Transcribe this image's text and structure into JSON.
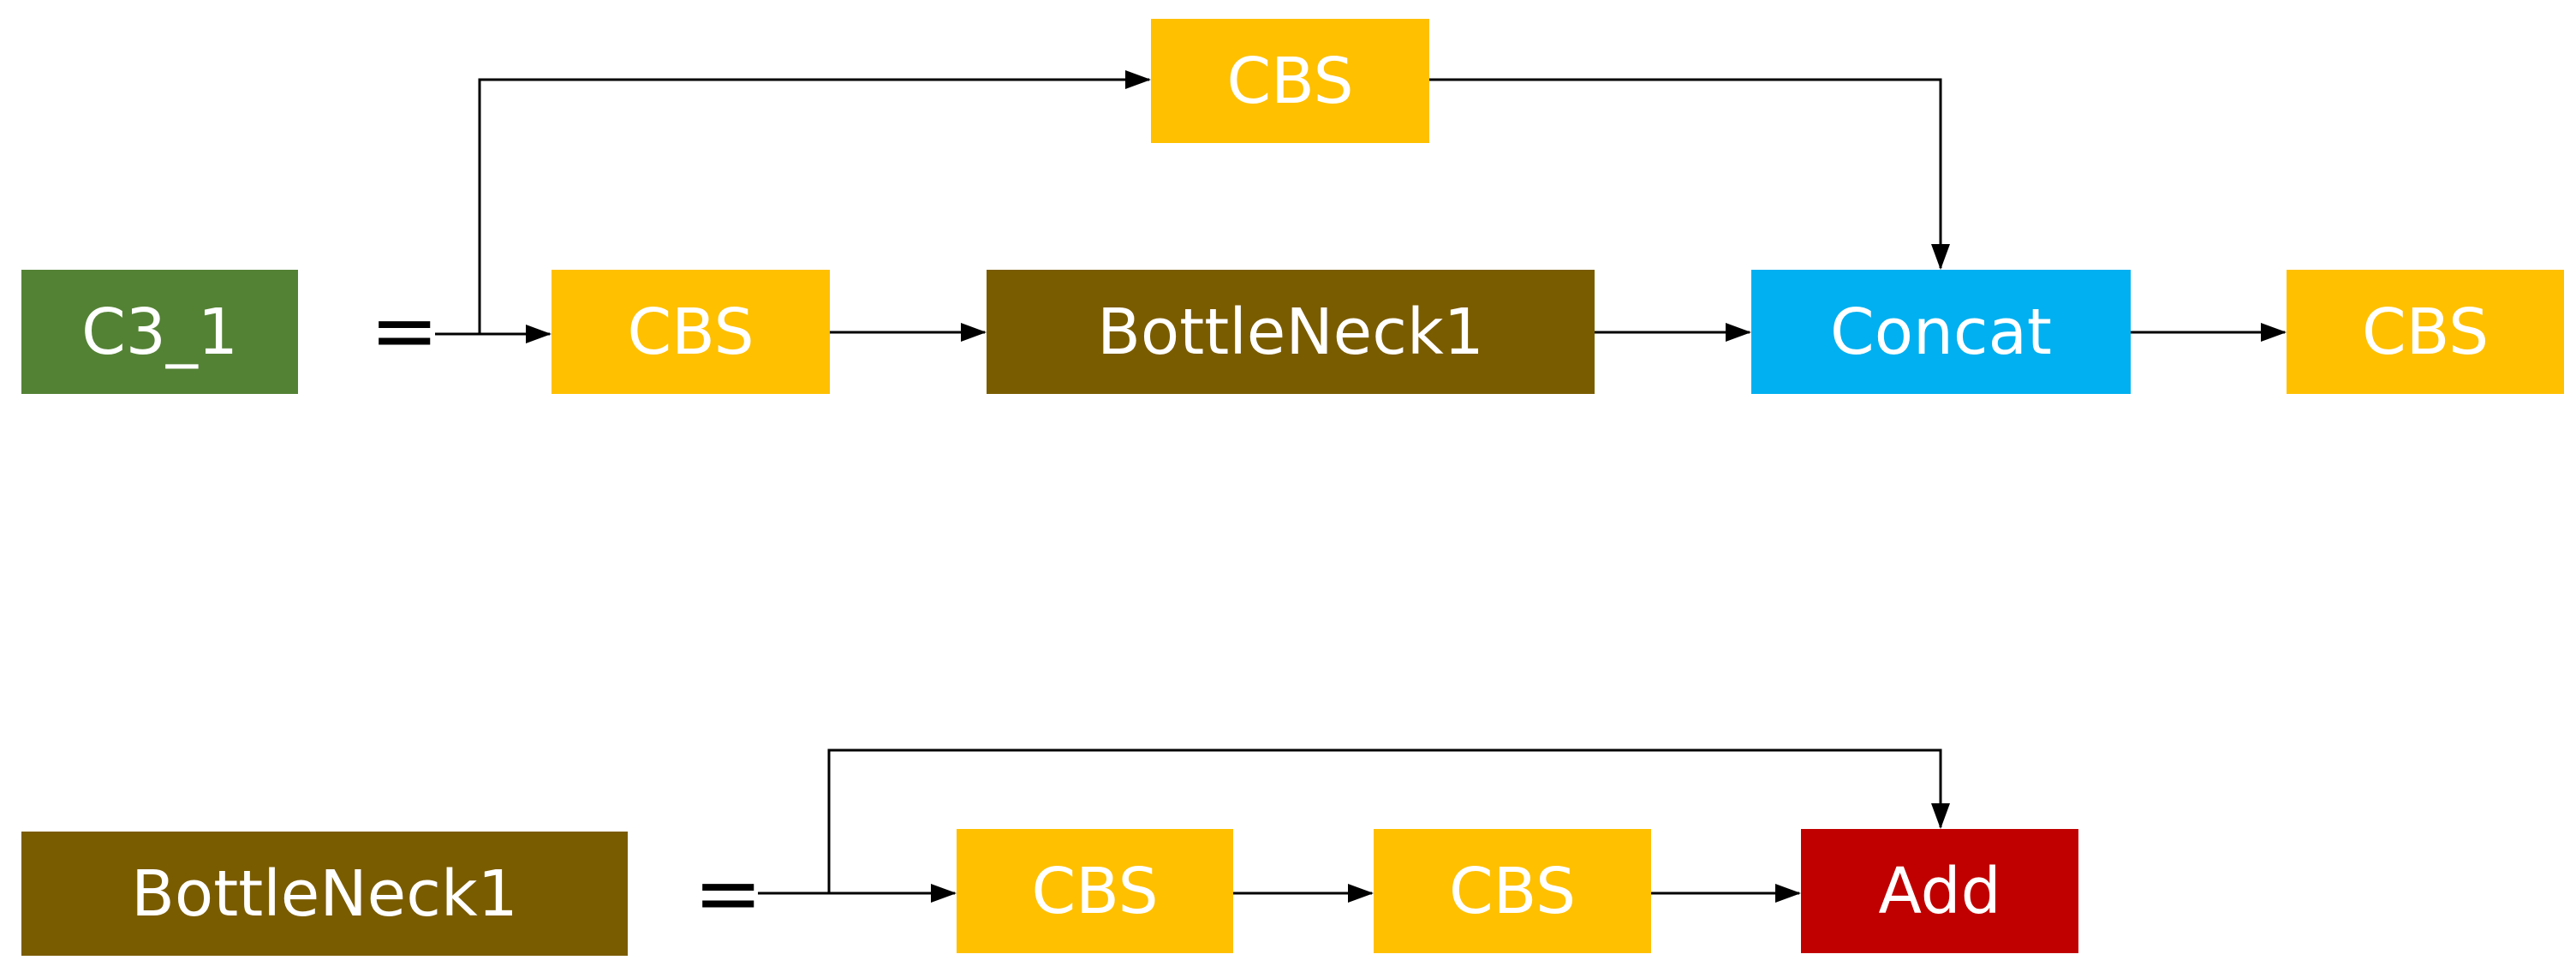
{
  "colors": {
    "cbs": "#FFC000",
    "c3": "#548235",
    "bottleneck": "#7A5C00",
    "concat": "#00B0F0",
    "add": "#C00000",
    "arrow": "#000000",
    "text": "#FFFFFF"
  },
  "row1": {
    "lhs_label": "C3_1",
    "equals": "=",
    "top_branch_label": "CBS",
    "cbs_label": "CBS",
    "bottleneck_label": "BottleNeck1",
    "concat_label": "Concat",
    "output_label": "CBS"
  },
  "row2": {
    "lhs_label": "BottleNeck1",
    "equals": "=",
    "cbs_first_label": "CBS",
    "cbs_second_label": "CBS",
    "add_label": "Add"
  }
}
